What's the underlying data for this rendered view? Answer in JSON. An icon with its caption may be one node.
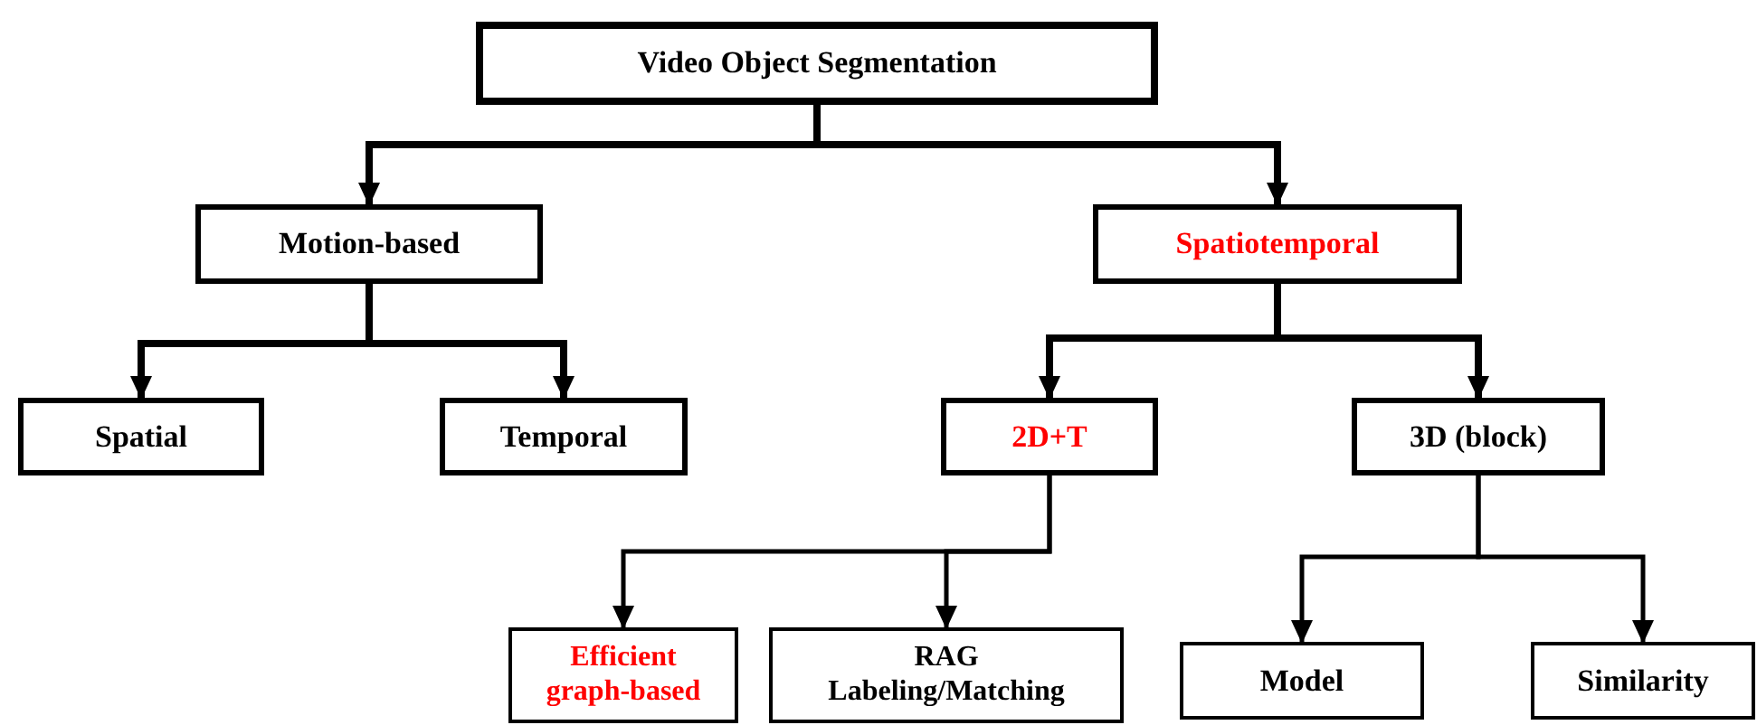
{
  "diagram": {
    "nodes": [
      {
        "text": [
          "Video Object Segmentation"
        ]
      },
      {
        "text": [
          "Motion-based"
        ]
      },
      {
        "text": [
          "Spatiotemporal"
        ]
      },
      {
        "text": [
          "Spatial"
        ]
      },
      {
        "text": [
          "Temporal"
        ]
      },
      {
        "text": [
          "2D+T"
        ]
      },
      {
        "text": [
          "3D (block)"
        ]
      },
      {
        "text": [
          "Efficient graph-based"
        ]
      },
      {
        "text": [
          "RAG Labeling/Matching"
        ]
      },
      {
        "text": [
          "Model"
        ]
      },
      {
        "text": [
          "Similarity"
        ]
      }
    ],
    "edges": [
      {
        "from": 0,
        "to": 1,
        "arrow": "to"
      },
      {
        "from": 0,
        "to": 2,
        "arrow": "to"
      },
      {
        "from": 1,
        "to": 3,
        "arrow": "to"
      },
      {
        "from": 1,
        "to": 4,
        "arrow": "to"
      },
      {
        "from": 2,
        "to": 5,
        "arrow": "to"
      },
      {
        "from": 2,
        "to": 6,
        "arrow": "to"
      },
      {
        "from": 5,
        "to": 7,
        "arrow": "to"
      },
      {
        "from": 5,
        "to": 8,
        "arrow": "to"
      },
      {
        "from": 6,
        "to": 9,
        "arrow": "to"
      },
      {
        "from": 6,
        "to": 10,
        "arrow": "to"
      }
    ]
  }
}
